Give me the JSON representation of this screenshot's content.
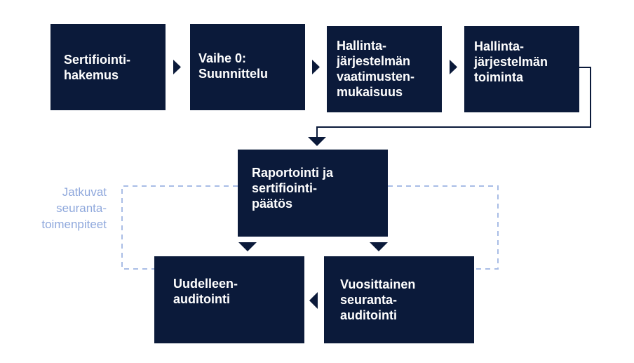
{
  "diagram": {
    "boxes": [
      {
        "id": "b1",
        "label": "Sertifiointi-\nhakemus"
      },
      {
        "id": "b2",
        "label": "Vaihe 0:\nSuunnittelu"
      },
      {
        "id": "b3",
        "label": "Hallinta-\njärjestelmän\nvaatimusten-\nmukaisuus"
      },
      {
        "id": "b4",
        "label": "Hallinta-\njärjestelmän\ntoiminta"
      },
      {
        "id": "b5",
        "label": "Raportointi ja\nsertifiointi-\npäätös"
      },
      {
        "id": "b6",
        "label": "Uudelleen-\nauditointi"
      },
      {
        "id": "b7",
        "label": "Vuosittainen\nseuranta-\nauditointi"
      }
    ],
    "loop_label": "Jatkuvat\nseuranta-\ntoimenpiteet",
    "colors": {
      "box": "#0b1a3a",
      "box_text": "#ffffff",
      "arrow": "#0b1a3a",
      "dashed_loop": "#a9bde6",
      "loop_label": "#8fa8dc"
    }
  }
}
